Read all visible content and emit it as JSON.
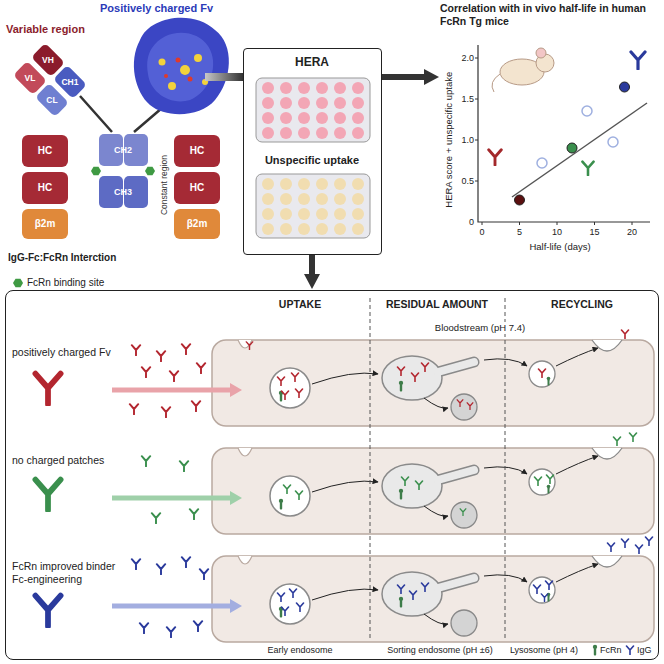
{
  "diagram": {
    "nodes": [
      {
        "text": [
          "HERA",
          "Unspecific uptake"
        ]
      },
      {
        "text": [
          "Correlation with in vivo half-life in human FcRn Tg mice"
        ]
      },
      {
        "text": [
          "UPTAKE",
          "RESIDUAL AMOUNT",
          "RECYCLING"
        ]
      }
    ],
    "edges": [
      {
        "from": 0,
        "to": 1,
        "arrow": "to"
      },
      {
        "from": 0,
        "to": 2,
        "arrow": "to"
      }
    ],
    "labels": [
      "Variable region",
      "Positively charged Fv",
      "VL",
      "VH",
      "CL",
      "CH1",
      "CH2",
      "CH3",
      "Constant region",
      "HC",
      "HC",
      "HC",
      "HC",
      "β2m",
      "β2m",
      "IgG-Fc:FcRn Interction",
      "HERA score + unspecific uptake",
      "Half-life (days)",
      "0",
      "0.5",
      "1.0",
      "1.5",
      "2.0",
      "0",
      "5",
      "10",
      "15",
      "20",
      "positively charged Fv",
      "no charged patches",
      "FcRn improved binder",
      "Fc-engineering",
      "Bloodstream (pH 7.4)",
      "Early endosome",
      "Sorting endosome (pH ±6)",
      "Lysosome (pH 4)"
    ],
    "legend": [
      {
        "text": "FcRn binding site"
      },
      {
        "text": "FcRn"
      },
      {
        "text": "IgG"
      }
    ]
  }
}
